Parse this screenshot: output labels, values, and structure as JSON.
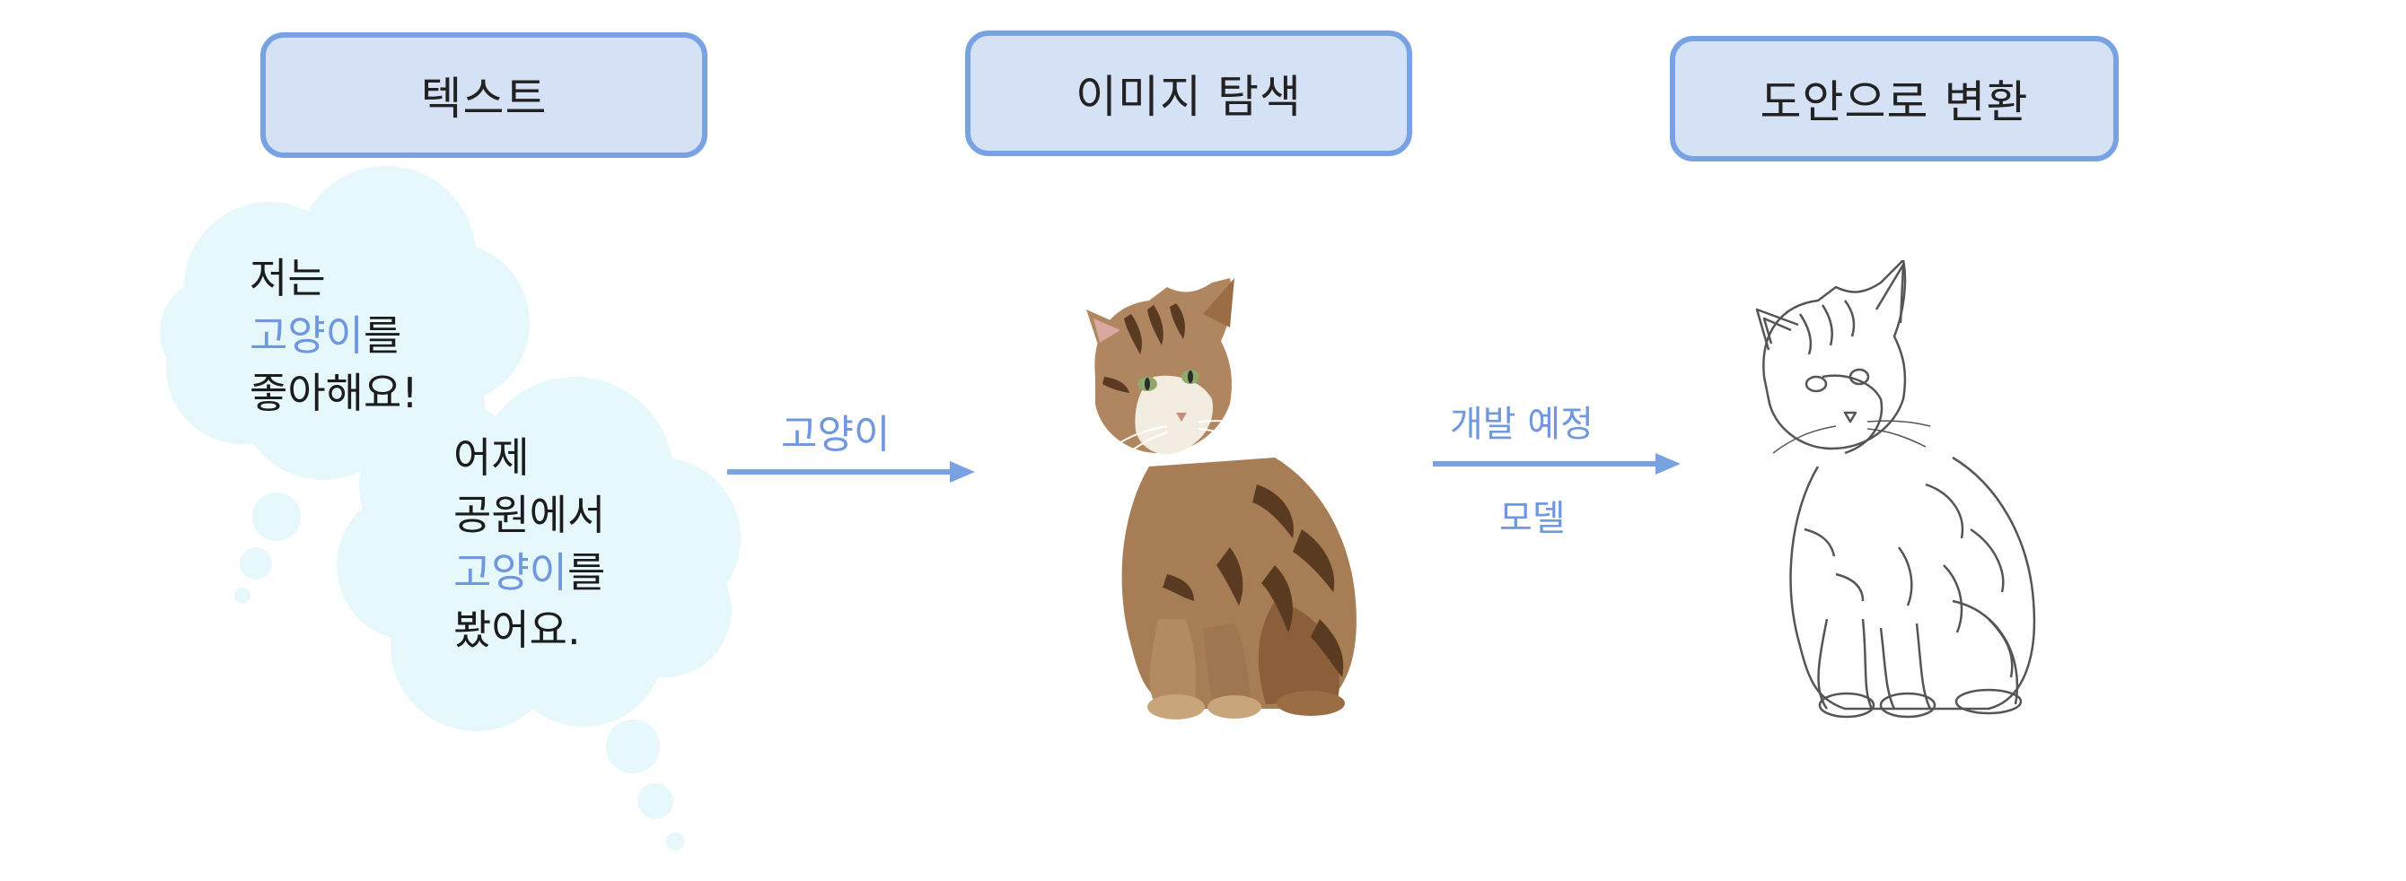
{
  "stages": {
    "text": "텍스트",
    "image_search": "이미지 탐색",
    "line_art": "도안으로 변환"
  },
  "bubble1": {
    "line1": "저는",
    "line2_highlight": "고양이",
    "line2_rest": "를",
    "line3": "좋아해요!"
  },
  "bubble2": {
    "line1": "어제",
    "line2": "공원에서",
    "line3_highlight": "고양이",
    "line3_rest": "를",
    "line4": "봤어요."
  },
  "arrows": {
    "search_label": "고양이",
    "convert_label_top": "개발 예정",
    "convert_label_bottom": "모델"
  },
  "colors": {
    "box_fill": "#d5e2f6",
    "box_border": "#79a2e2",
    "bubble_fill": "#e6f8fc",
    "highlight": "#6f98de",
    "arrow": "#79a2e2"
  }
}
